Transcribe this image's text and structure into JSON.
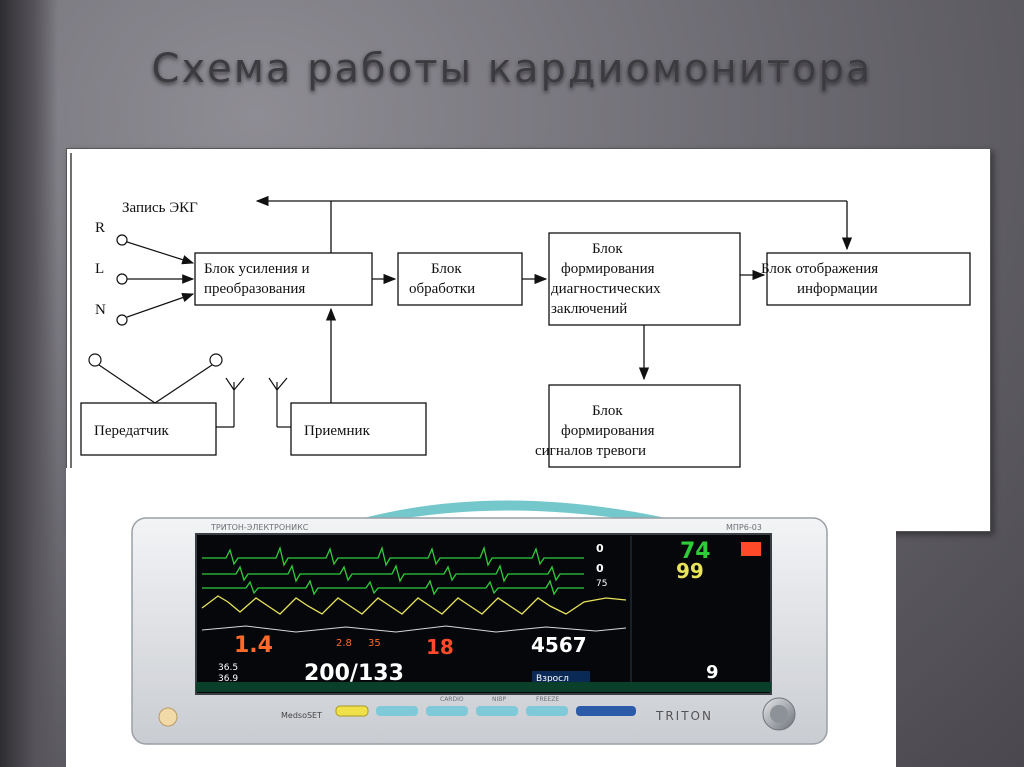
{
  "slide_title": "Схема работы кардиомонитора",
  "diagram": {
    "ecg_record": "Запись ЭКГ",
    "electrodes": [
      "R",
      "L",
      "N"
    ],
    "block_amplify": [
      "Блок усиления и",
      "преобразования"
    ],
    "block_process": [
      "Блок",
      "обработки"
    ],
    "block_diagnostic": [
      "Блок",
      "формирования",
      "диагностических",
      "заключений"
    ],
    "block_display": [
      "Блок отображения",
      "информации"
    ],
    "block_alarm": [
      "Блок",
      "формирования",
      "сигналов тревоги"
    ],
    "block_transmitter": "Передатчик",
    "block_receiver": "Приемник"
  },
  "monitor": {
    "brand_top": "ТРИТОН-ЭЛЕКТРОНИКС",
    "model": "МПР6-03",
    "logo": "TRITON",
    "maker": "MedsoSET",
    "heart_rate": "74",
    "spo2": "99",
    "st_values": [
      "0",
      "0"
    ],
    "resp": "75",
    "etco2": "1.4",
    "small_values": [
      "2.8",
      "35"
    ],
    "rr": "18",
    "count": "4567",
    "nibp": "200/133",
    "temps": [
      "36.5",
      "36.9"
    ],
    "patient_mode": "Взросл",
    "pulse": "9",
    "keys": [
      "CARDIO",
      "NIBP",
      "FREEZE"
    ]
  },
  "colors": {
    "ecg": "#2fcc3a",
    "spo2": "#e8e35a",
    "alarm": "#ff4a2a",
    "screen": "#05070a"
  }
}
